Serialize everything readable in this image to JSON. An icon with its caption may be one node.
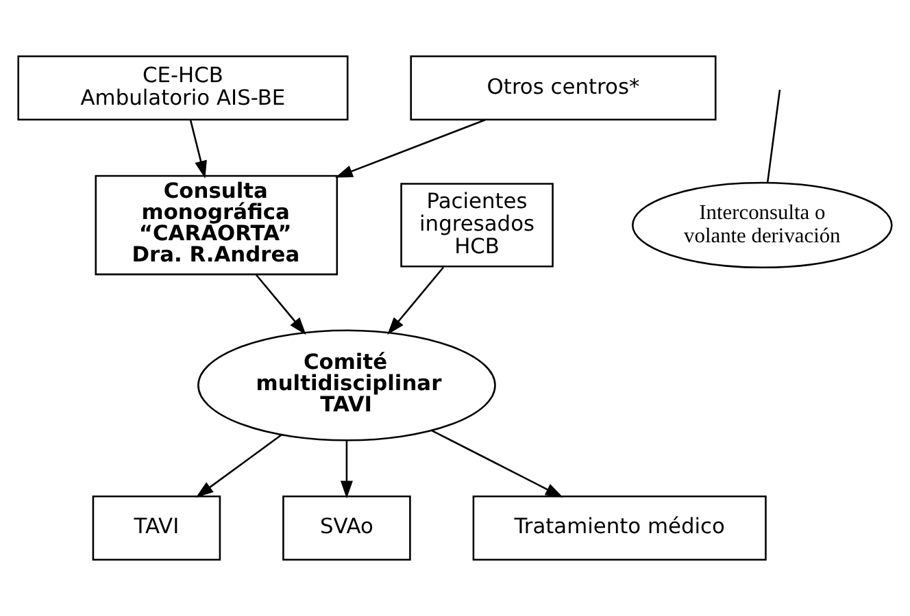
{
  "diagram": {
    "nodes": [
      {
        "text": [
          "CE-HCB Ambulatorio AIS-BE"
        ]
      },
      {
        "text": [
          "Otros centros*"
        ]
      },
      {
        "text": [
          "Interconsulta o volante derivación"
        ]
      },
      {
        "text": [
          "Consulta monográfica “CARAORTA” Dra. R.Andrea"
        ]
      },
      {
        "text": [
          "Pacientes ingresados HCB"
        ]
      },
      {
        "text": [
          "Comité multidisciplinar TAVI"
        ]
      },
      {
        "text": [
          "TAVI"
        ]
      },
      {
        "text": [
          "SVAo"
        ]
      },
      {
        "text": [
          "Tratamiento médico"
        ]
      }
    ],
    "edges": [
      {
        "from": 0,
        "to": 3,
        "arrow": "to"
      },
      {
        "from": 1,
        "to": 3,
        "arrow": "to"
      },
      {
        "from": 2,
        "to": null,
        "arrow": "none"
      },
      {
        "from": 3,
        "to": 5,
        "arrow": "to"
      },
      {
        "from": 4,
        "to": 5,
        "arrow": "to"
      },
      {
        "from": 5,
        "to": 6,
        "arrow": "to"
      },
      {
        "from": 5,
        "to": 7,
        "arrow": "to"
      },
      {
        "from": 5,
        "to": 8,
        "arrow": "to"
      }
    ]
  }
}
